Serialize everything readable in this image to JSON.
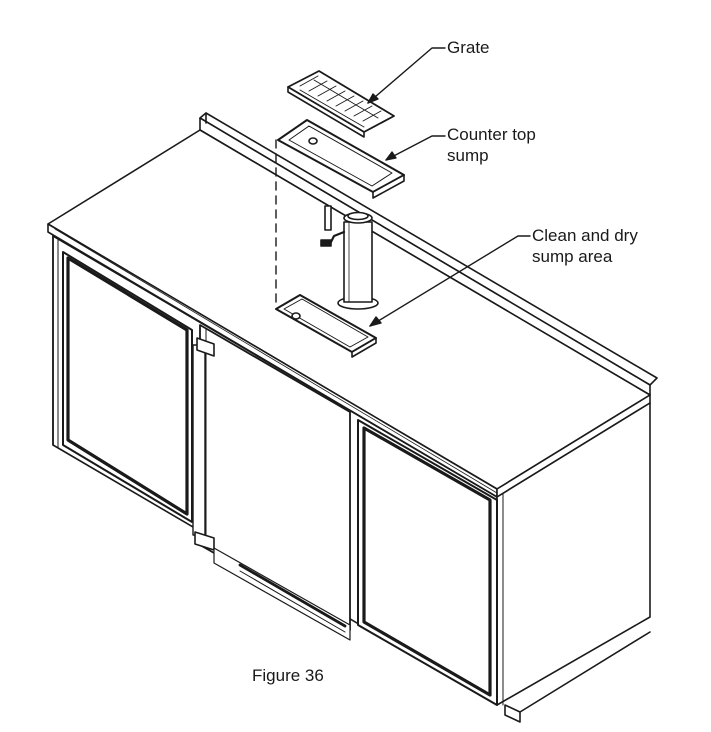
{
  "labels": {
    "grate": "Grate",
    "counter_top_sump": [
      "Counter top",
      "sump"
    ],
    "clean_dry_sump": [
      "Clean and dry",
      "sump area"
    ]
  },
  "caption": "Figure 36",
  "colors": {
    "line": "#1a1a1a",
    "background": "#ffffff",
    "edge_gray": "#777777"
  }
}
